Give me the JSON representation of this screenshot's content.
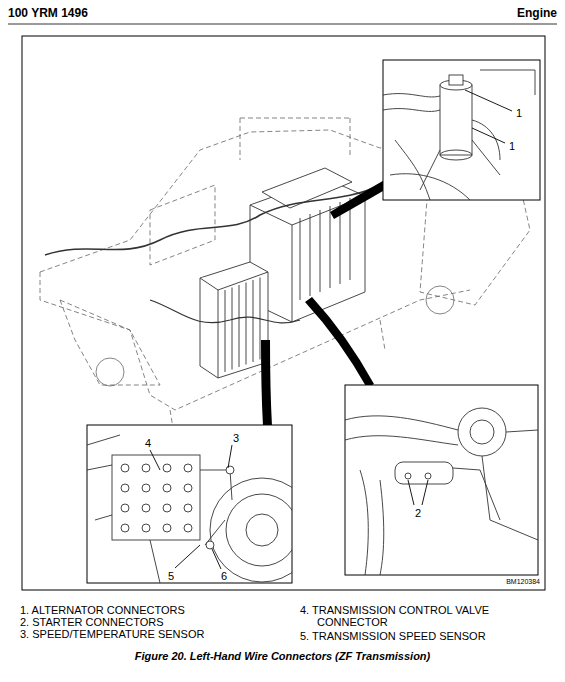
{
  "diagram": {
    "caption": "Figure 20. Left-Hand Wire Connectors (ZF Transmission)",
    "labels": [
      "100 YRM 1496",
      "Engine",
      "1",
      "1",
      "4",
      "3",
      "5",
      "6",
      "2",
      "BM120384",
      "1. ALTERNATOR CONNECTORS",
      "2. STARTER CONNECTORS",
      "3. SPEED/TEMPERATURE SENSOR",
      "4. TRANSMISSION CONTROL VALVE CONNECTOR",
      "5. TRANSMISSION SPEED SENSOR"
    ]
  }
}
